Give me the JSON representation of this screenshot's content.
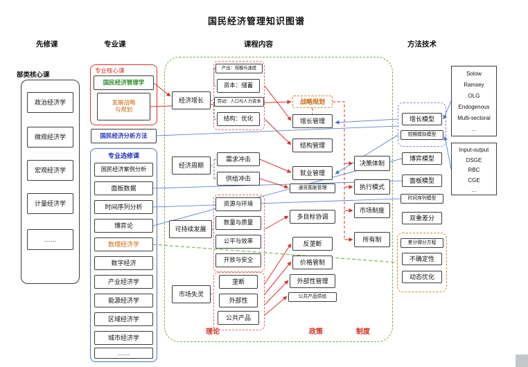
{
  "title": "国民经济管理知识图谱",
  "headers": {
    "prereq": "先修课",
    "major": "专业课",
    "content": "课程内容",
    "methods": "方法技术"
  },
  "prereq": {
    "group_label": "部类核心课",
    "items": [
      "政治经济学",
      "微观经济学",
      "宏观经济学",
      "计量经济学",
      "……"
    ]
  },
  "major": {
    "core_label": "专业核心课",
    "core": {
      "mgmt": "国民经济管理学",
      "strategy": "发展战略\n与规划",
      "analysis": "国民经济分析方法"
    },
    "elective_label": "专业选修课",
    "elective_items": [
      "国民经济案例分析",
      "面板数据",
      "时间序列分析",
      "博弈论",
      "数理经济学",
      "数字经济",
      "产业经济学",
      "能源经济学",
      "区域经济学",
      "城市经济学",
      "……"
    ]
  },
  "content": {
    "topics": [
      "经济增长",
      "经济周期",
      "可持续发展",
      "市场失灵"
    ],
    "growth_items": [
      "产出：规模与速度",
      "资本：储蓄",
      "劳动：人口与人力资本",
      "结构：优化"
    ],
    "cycle_items": [
      "需求冲击",
      "供给冲击"
    ],
    "sustainable_items": [
      "资源与环境",
      "数量与质量",
      "公平与效率",
      "开放与安全"
    ],
    "market_items": [
      "垄断",
      "外部性",
      "公共产品"
    ],
    "policy_items": [
      "战略规划",
      "增长管理",
      "结构管理",
      "就业管理",
      "通货膨胀管理",
      "多目标协调",
      "反垄断",
      "价格管制",
      "外部性管理",
      "公共产品供给"
    ],
    "institution_items": [
      "决策体制",
      "执行模式",
      "市场制度",
      "所有制"
    ],
    "footer_labels": [
      "理论",
      "政策",
      "制度"
    ]
  },
  "methods": {
    "growth_model_list": [
      "Solow",
      "Ramsey",
      "OLG",
      "Endogenous",
      "Multi-sectoral",
      "…"
    ],
    "sim_model_list": [
      "Input-output",
      "DSGE",
      "RBC",
      "CGE",
      "…"
    ],
    "model_growth": "增长模型",
    "model_short": "短期模拟模型",
    "model_game": "博弈模型",
    "model_panel": "面板模型",
    "model_ts": "时间序列模型",
    "model_did": "双重差分",
    "math_items": [
      "差分微分方程",
      "不确定性",
      "动态优化"
    ]
  },
  "colors": {
    "red": "#d93025",
    "orange": "#e07f1f",
    "green_text": "#2e8b2e",
    "blue_text": "#1f2fc0",
    "box_blue": "#4472c4",
    "box_green": "#70ad47"
  }
}
